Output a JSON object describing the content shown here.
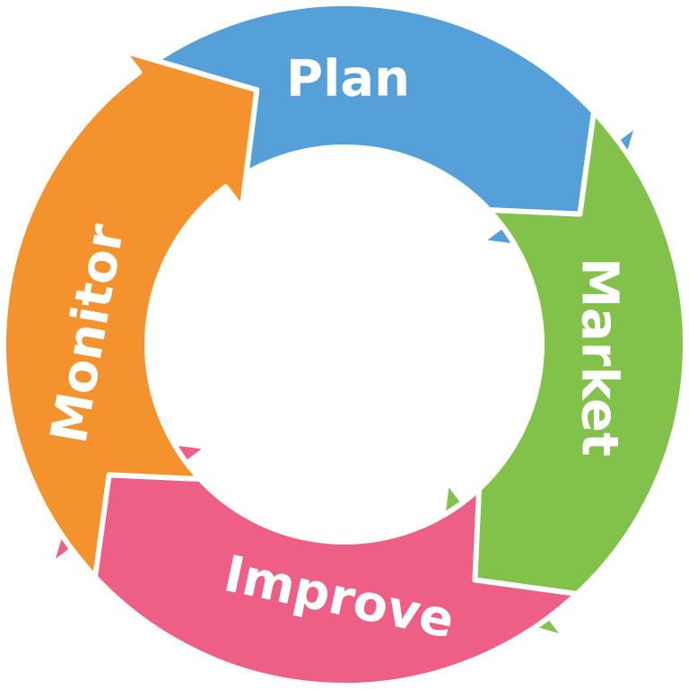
{
  "diagram": {
    "segments": [
      {
        "id": "plan",
        "label": "Plan",
        "color": "#56A0D9"
      },
      {
        "id": "market",
        "label": "Market",
        "color": "#82C14A"
      },
      {
        "id": "improve",
        "label": "Improve",
        "color": "#EE5F85"
      },
      {
        "id": "monitor",
        "label": "Monitor",
        "color": "#F4932D"
      }
    ]
  }
}
